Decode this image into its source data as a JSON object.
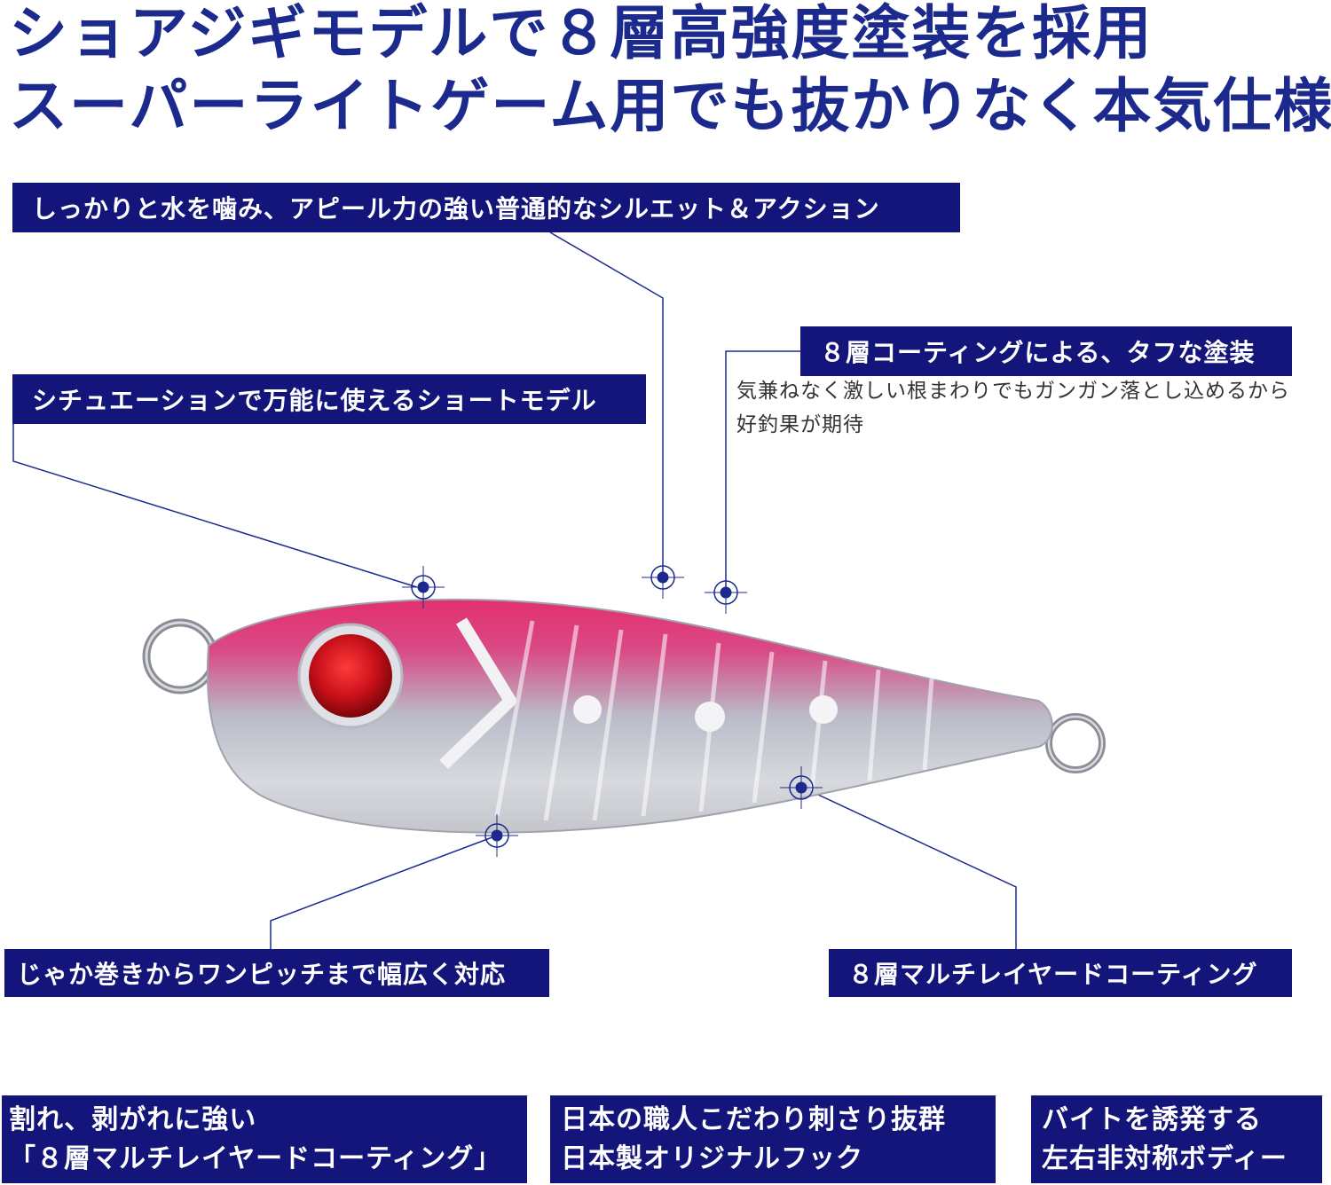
{
  "headline": {
    "line1": "ショアジギモデルで８層高強度塗装を採用",
    "line2": "スーパーライトゲーム用でも抜かりなく本気仕様"
  },
  "callouts": {
    "silhouette": "しっかりと水を噛み、アピール力の強い普通的なシルエット＆アクション",
    "short_model": "シチュエーションで万能に使えるショートモデル",
    "coating_tough": "８層コーティングによる、タフな塗装",
    "coating_desc_line1": "気兼ねなく激しい根まわりでもガンガン落とし込めるから",
    "coating_desc_line2": "好釣果が期待",
    "action_range": "じゃか巻きからワンピッチまで幅広く対応",
    "multi_layer": "８層マルチレイヤードコーティング"
  },
  "bottom": {
    "box1_line1": "割れ、剥がれに強い",
    "box1_line2": "「８層マルチレイヤードコーティング」",
    "box2_line1": "日本の職人こだわり刺さり抜群",
    "box2_line2": "日本製オリジナルフック",
    "box3_line1": "バイトを誘発する",
    "box3_line2": "左右非対称ボディー"
  },
  "colors": {
    "headline": "#1b2a8c",
    "label_bg": "#13157a",
    "lure_pink": "#e2306e",
    "eye_red": "#c8101a"
  },
  "icons": [
    "crosshair-marker-icon"
  ]
}
